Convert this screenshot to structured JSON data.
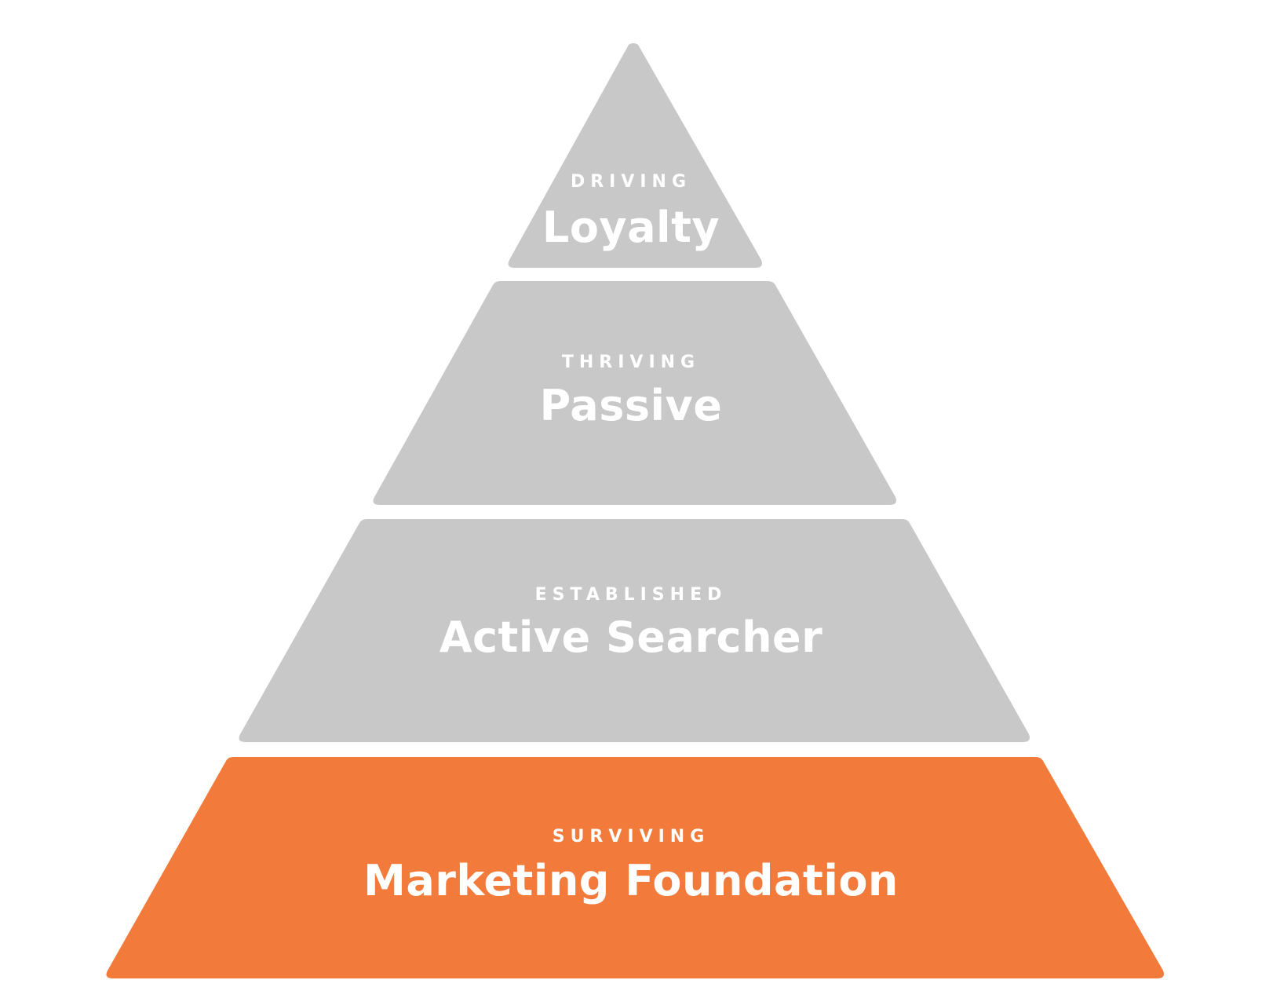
{
  "diagram": {
    "type": "pyramid",
    "colors": {
      "inactive_layer": "#c8c8c8",
      "active_layer": "#f27a3a",
      "text": "#ffffff",
      "background": "#ffffff"
    },
    "layers": [
      {
        "level": 4,
        "kicker": "DRIVING",
        "title": "Loyalty",
        "active": false
      },
      {
        "level": 3,
        "kicker": "THRIVING",
        "title": "Passive",
        "active": false
      },
      {
        "level": 2,
        "kicker": "ESTABLISHED",
        "title": "Active Searcher",
        "active": false
      },
      {
        "level": 1,
        "kicker": "SURVIVING",
        "title": "Marketing Foundation",
        "active": true
      }
    ]
  }
}
